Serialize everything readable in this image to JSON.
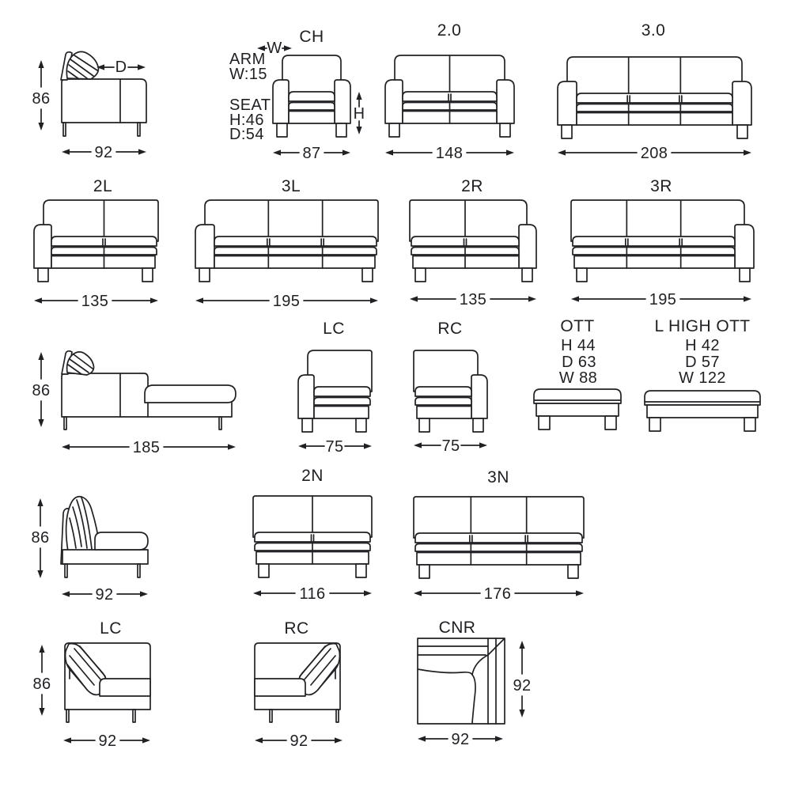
{
  "line_color": "#202124",
  "background": "#ffffff",
  "figures": {
    "side_profile": {
      "depth_label": "D",
      "height": "86",
      "width": "92"
    },
    "ch": {
      "code": "CH",
      "arm_note": [
        "ARM",
        "W:15"
      ],
      "seat_note": [
        "SEAT",
        "H:46",
        "D:54"
      ],
      "arm_width_label": "W",
      "seat_height_label": "H",
      "width": "87"
    },
    "s20": {
      "code": "2.0",
      "width": "148"
    },
    "s30": {
      "code": "3.0",
      "width": "208"
    },
    "s2l": {
      "code": "2L",
      "width": "135"
    },
    "s3l": {
      "code": "3L",
      "width": "195"
    },
    "s2r": {
      "code": "2R",
      "width": "135"
    },
    "s3r": {
      "code": "3R",
      "width": "195"
    },
    "chaise_profile": {
      "height": "86",
      "width": "185"
    },
    "lc_chair": {
      "code": "LC",
      "width": "75"
    },
    "rc_chair": {
      "code": "RC",
      "width": "75"
    },
    "ott": {
      "code": "OTT",
      "specs": [
        "H 44",
        "D 63",
        "W 88"
      ]
    },
    "l_high_ott": {
      "code": "L HIGH OTT",
      "specs": [
        "H 42",
        "D 57",
        "W 122"
      ]
    },
    "armless_profile": {
      "height": "86",
      "width": "92"
    },
    "s2n": {
      "code": "2N",
      "width": "116"
    },
    "s3n": {
      "code": "3N",
      "width": "176"
    },
    "lc_corner": {
      "code": "LC",
      "height": "86",
      "width": "92"
    },
    "rc_corner": {
      "code": "RC",
      "width": "92"
    },
    "cnr": {
      "code": "CNR",
      "width": "92",
      "depth": "92"
    }
  }
}
